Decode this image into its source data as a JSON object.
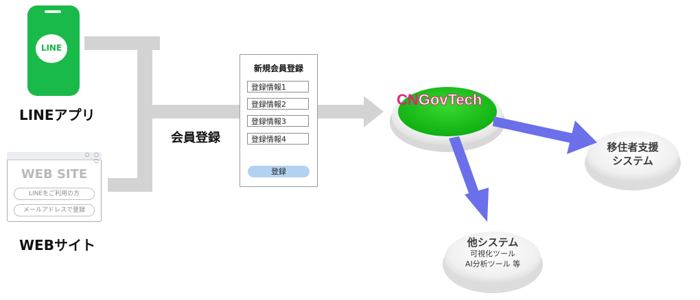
{
  "sources": {
    "line_app": {
      "caption": "LINEアプリ",
      "badge_text": "LINE"
    },
    "web_site": {
      "caption": "WEBサイト",
      "window_title": "WEB SITE",
      "window_dots": "○ ○ ○",
      "buttons": [
        "LINEをご利用の方",
        "メールアドレスで登録"
      ]
    }
  },
  "flow_label": "会員登録",
  "registration_form": {
    "title": "新規会員登録",
    "fields": [
      "登録情報1",
      "登録情報2",
      "登録情報3",
      "登録情報4"
    ],
    "submit_label": "登録"
  },
  "hub": {
    "logo_part1": "CN",
    "logo_part2": "GovTech"
  },
  "destinations": {
    "ijuu_support": {
      "line1": "移住者支援",
      "line2": "システム"
    },
    "other_systems": {
      "title": "他システム",
      "line1": "可視化ツール",
      "line2": "AI分析ツール 等"
    }
  },
  "colors": {
    "line_green": "#19b94a",
    "hub_green": "#16c11b",
    "logo_pink": "#e1247a",
    "connector_gray": "#d3d3d3",
    "arrow_purple": "#6b6fea",
    "submit_blue": "#b2d2f0"
  }
}
